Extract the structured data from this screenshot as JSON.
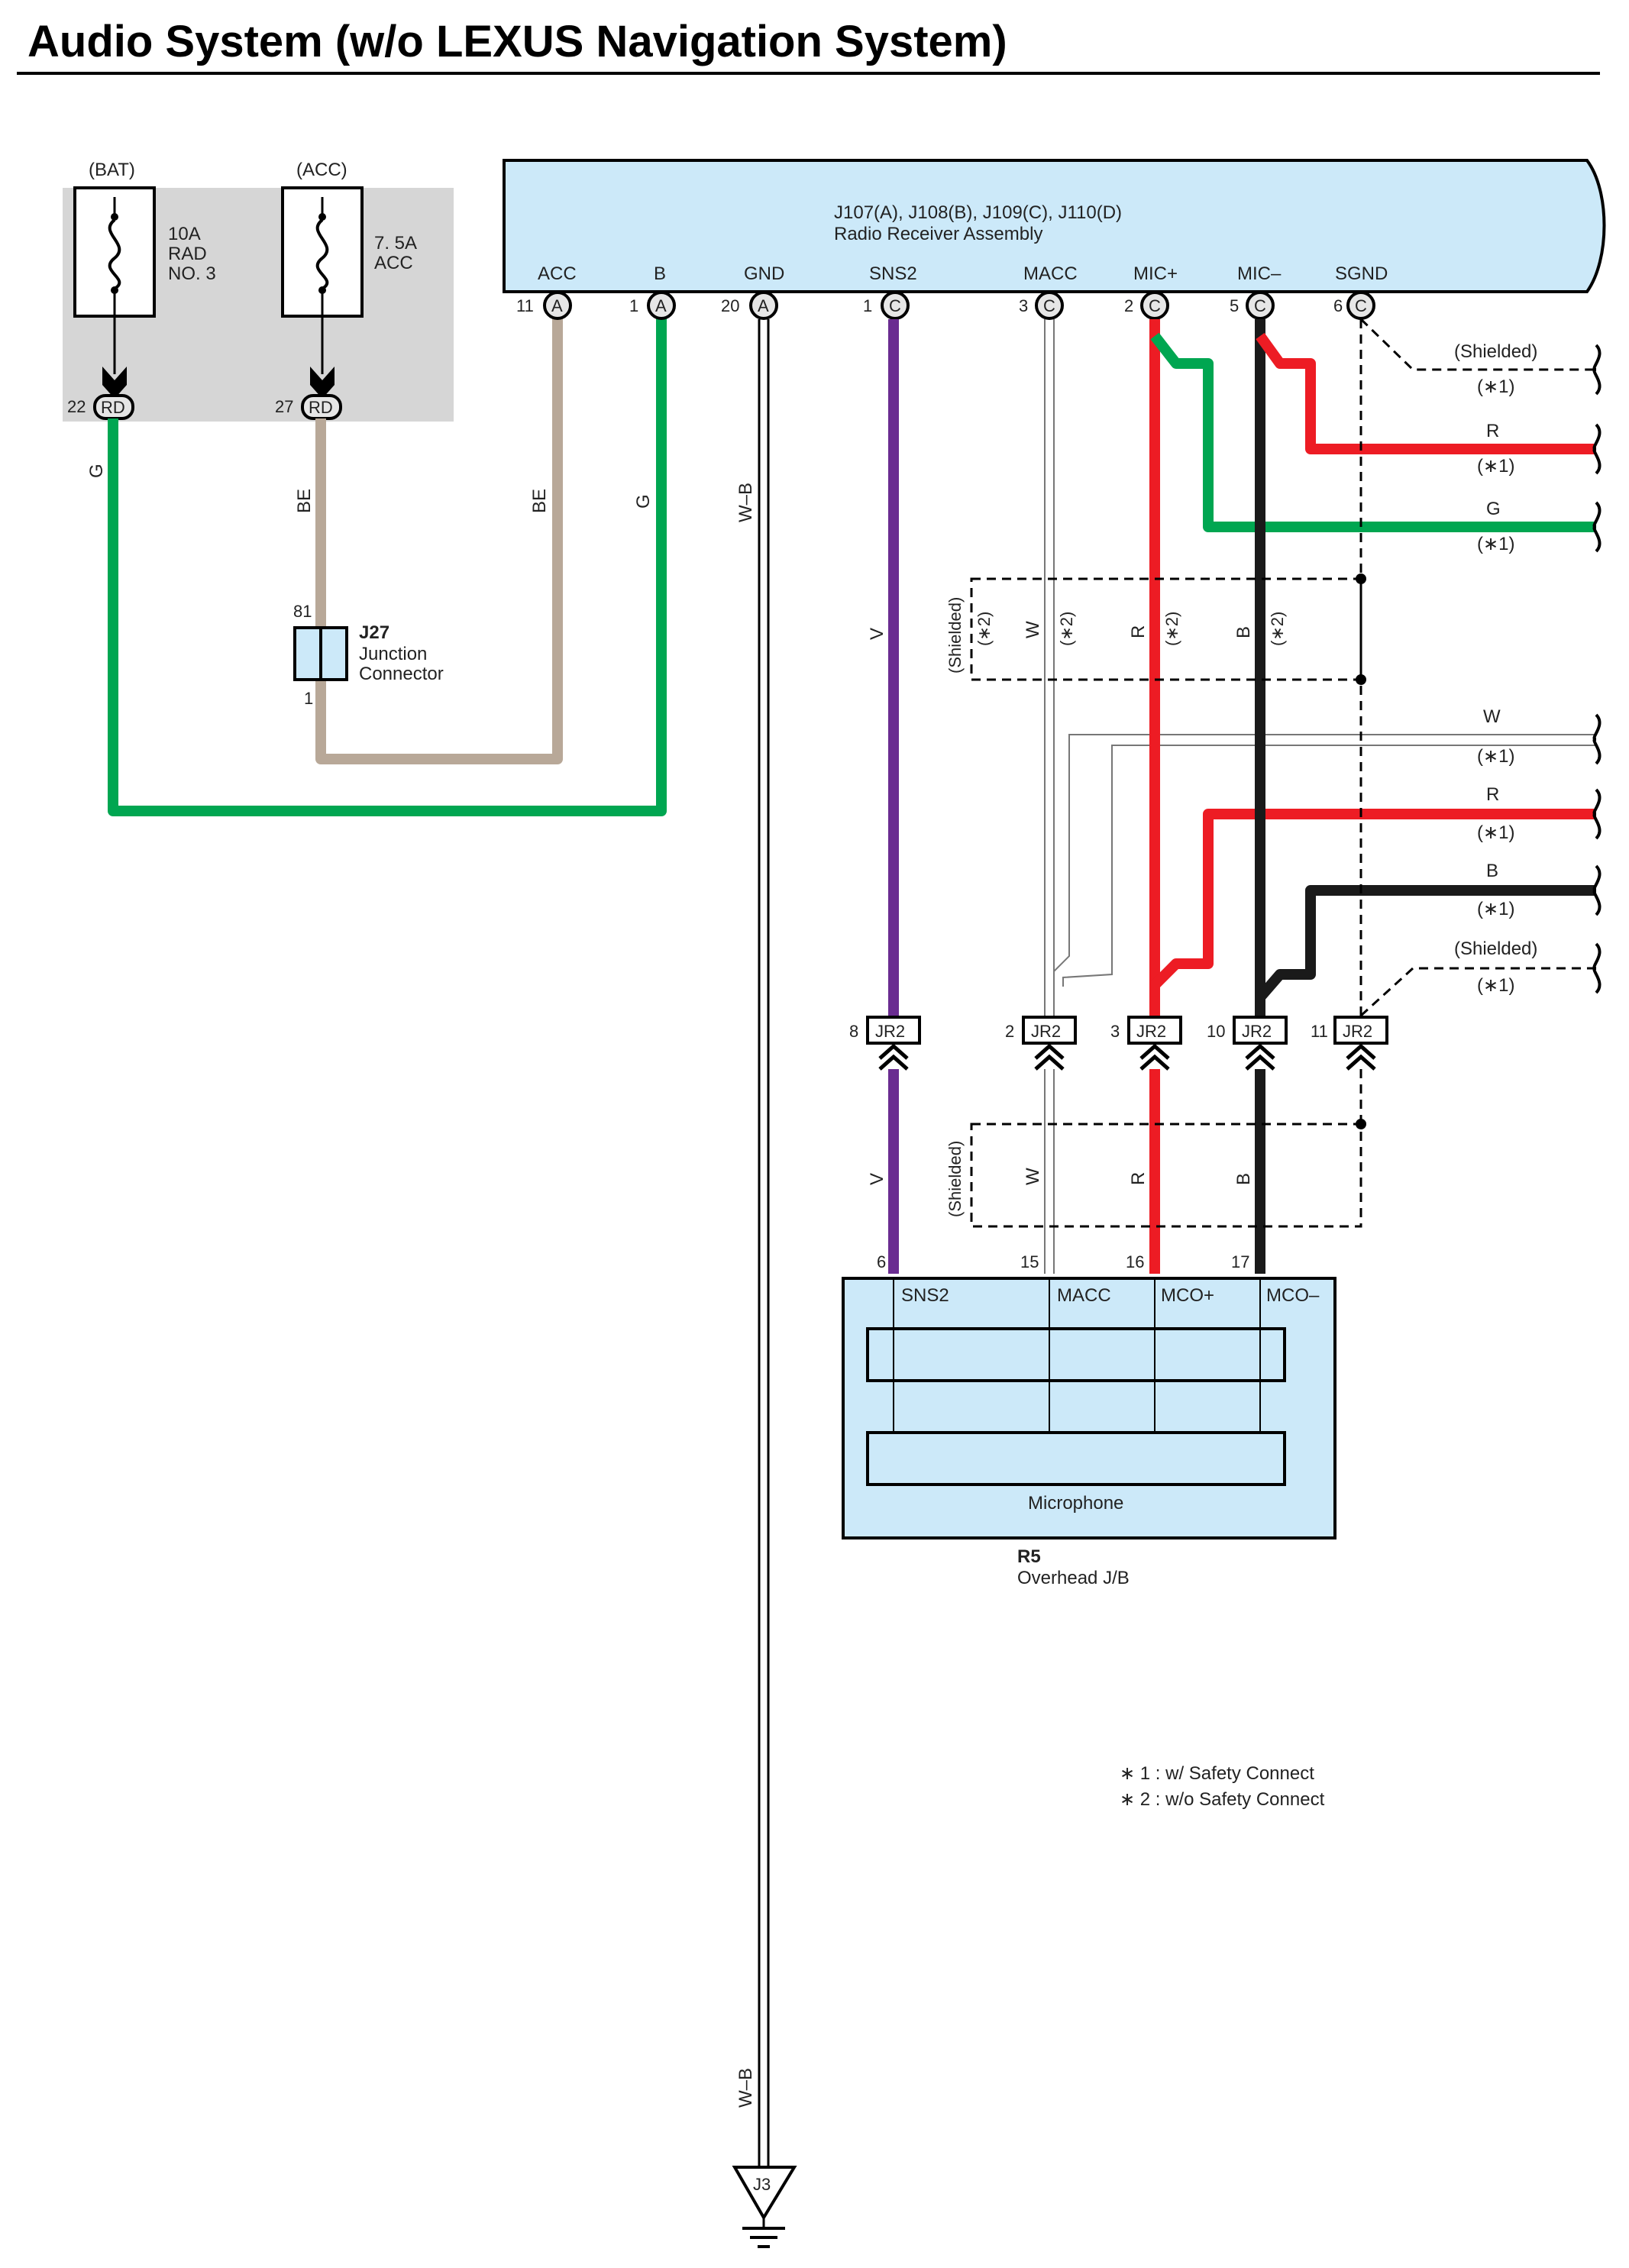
{
  "title": "Audio System (w/o LEXUS Navigation System)",
  "fuses": [
    {
      "supply": "(BAT)",
      "rating": "10A",
      "name_line1": "RAD",
      "name_line2": "NO. 3",
      "pin": "22",
      "connector": "RD",
      "wire": "G"
    },
    {
      "supply": "(ACC)",
      "rating": "7. 5A",
      "name_line1": "ACC",
      "name_line2": "",
      "pin": "27",
      "connector": "RD",
      "wire": "BE"
    }
  ],
  "radio": {
    "code": "J107(A), J108(B), J109(C), J110(D)",
    "name": "Radio Receiver Assembly",
    "terminals": [
      {
        "name": "ACC",
        "pin": "11",
        "conn": "A",
        "wire": "BE"
      },
      {
        "name": "B",
        "pin": "1",
        "conn": "A",
        "wire": "G"
      },
      {
        "name": "GND",
        "pin": "20",
        "conn": "A",
        "wire": "W–B"
      },
      {
        "name": "SNS2",
        "pin": "1",
        "conn": "C",
        "wire": "V"
      },
      {
        "name": "MACC",
        "pin": "3",
        "conn": "C",
        "wire": "W"
      },
      {
        "name": "MIC+",
        "pin": "2",
        "conn": "C",
        "wire": "R"
      },
      {
        "name": "MIC–",
        "pin": "5",
        "conn": "C",
        "wire": "B"
      },
      {
        "name": "SGND",
        "pin": "6",
        "conn": "C",
        "wire": ""
      }
    ]
  },
  "junction": {
    "code": "J27",
    "line1": "Junction",
    "line2": "Connector",
    "pin_top": "81",
    "pin_bottom": "1"
  },
  "branches": [
    {
      "color": "(Shielded)",
      "note": "(∗1)"
    },
    {
      "color": "R",
      "note": "(∗1)"
    },
    {
      "color": "G",
      "note": "(∗1)"
    },
    {
      "color": "W",
      "note": "(∗1)"
    },
    {
      "color": "R",
      "note": "(∗1)"
    },
    {
      "color": "B",
      "note": "(∗1)"
    },
    {
      "color": "(Shielded)",
      "note": "(∗1)"
    }
  ],
  "shield_labels": {
    "upper": {
      "shielded": "(Shielded)",
      "note": "(∗2)",
      "wires": [
        "W",
        "R",
        "B"
      ]
    },
    "lower": {
      "shielded": "(Shielded)",
      "wires": [
        "V",
        "W",
        "R",
        "B"
      ]
    }
  },
  "jr2": [
    {
      "pin": "8",
      "label": "JR2"
    },
    {
      "pin": "2",
      "label": "JR2"
    },
    {
      "pin": "3",
      "label": "JR2"
    },
    {
      "pin": "10",
      "label": "JR2"
    },
    {
      "pin": "11",
      "label": "JR2"
    }
  ],
  "microphone": {
    "terminals": [
      {
        "name": "SNS2",
        "pin": "6"
      },
      {
        "name": "MACC",
        "pin": "15"
      },
      {
        "name": "MCO+",
        "pin": "16"
      },
      {
        "name": "MCO–",
        "pin": "17"
      }
    ],
    "label": "Microphone",
    "code": "R5",
    "name": "Overhead J/B"
  },
  "ground": {
    "code": "J3",
    "wire": "W–B"
  },
  "notes": [
    "∗ 1 : w/ Safety Connect",
    "∗ 2 : w/o Safety Connect"
  ],
  "colors": {
    "green": "#00a651",
    "beige": "#b8a898",
    "purple": "#6a2c91",
    "red": "#ed1c24",
    "black": "#1a1a1a",
    "panel": "#cce9f9",
    "fuse_box": "#d6d6d6"
  }
}
